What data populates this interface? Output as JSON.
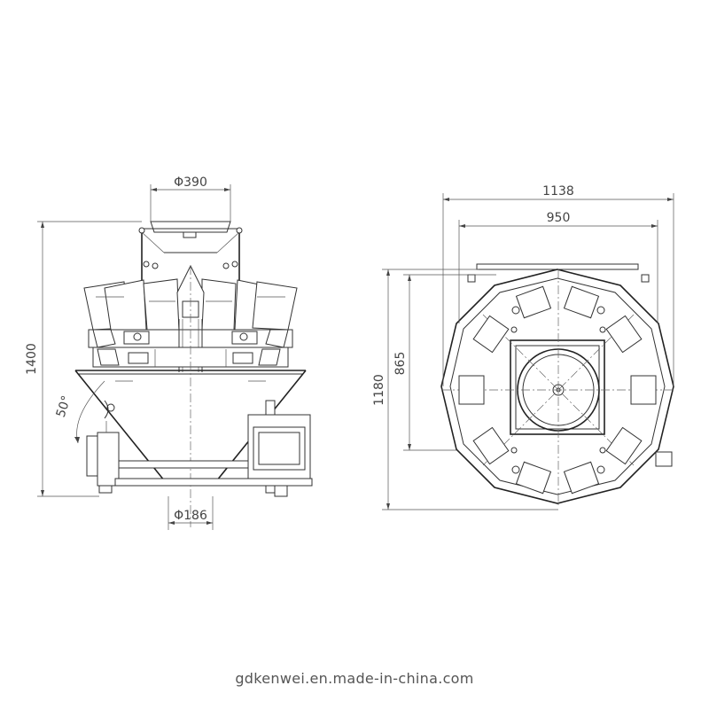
{
  "dimensions": {
    "front_top_diameter": "Φ390",
    "front_height": "1400",
    "front_angle": "50°",
    "front_bottom_diameter": "Φ186",
    "top_overall_width": "1138",
    "top_inner_width": "950",
    "top_inner_height": "865",
    "top_overall_height": "1180"
  },
  "footer": {
    "website": "gdkenwei.en.made-in-china.com"
  }
}
